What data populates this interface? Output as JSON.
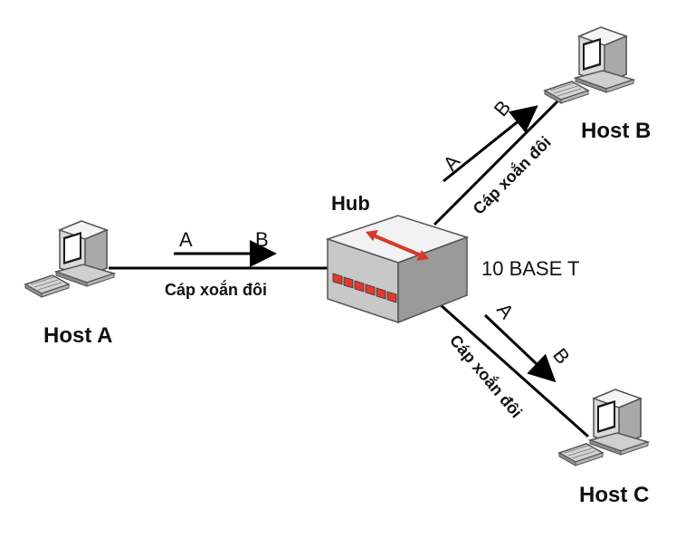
{
  "hosts": {
    "a": {
      "label": "Host A"
    },
    "b": {
      "label": "Host B"
    },
    "c": {
      "label": "Host C"
    }
  },
  "hub": {
    "label": "Hub",
    "standard": "10 BASE T"
  },
  "cable_label": "Cáp xoắn đôi",
  "direction": {
    "from": "A",
    "to": "B"
  },
  "colors": {
    "line": "#000000",
    "hub_top": "#f2f2f2",
    "hub_left": "#c8c8c8",
    "hub_right": "#9a9a9a",
    "hub_arrow": "#d9382b",
    "port": "#e03a2e"
  },
  "icons": [
    "computer-icon",
    "hub-icon"
  ]
}
